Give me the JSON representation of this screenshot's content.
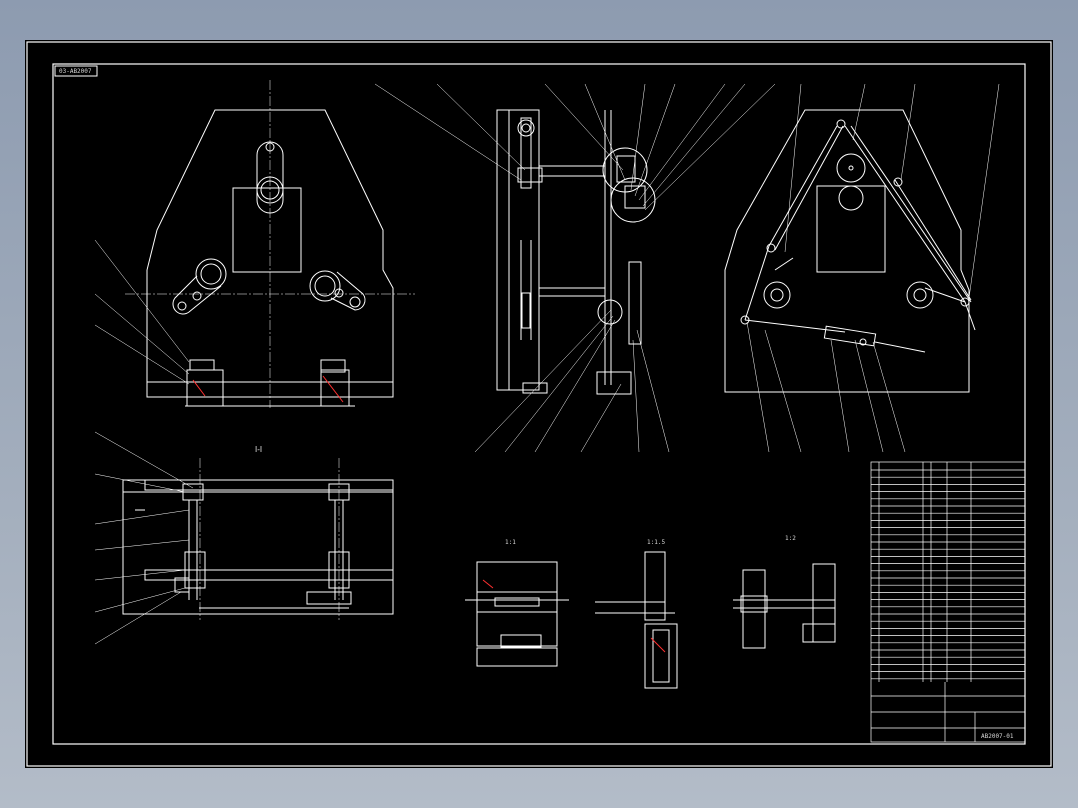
{
  "drawing": {
    "sheet_code": "03-AB2007",
    "section_label": "I-I",
    "detail_1_label": "1:1",
    "detail_2_label": "1:1.5",
    "detail_3_label": "1:2",
    "drawing_number": "AB2007-01",
    "colors": {
      "background": "#000000",
      "lines": "#ffffff",
      "accent": "#ff3030"
    }
  }
}
